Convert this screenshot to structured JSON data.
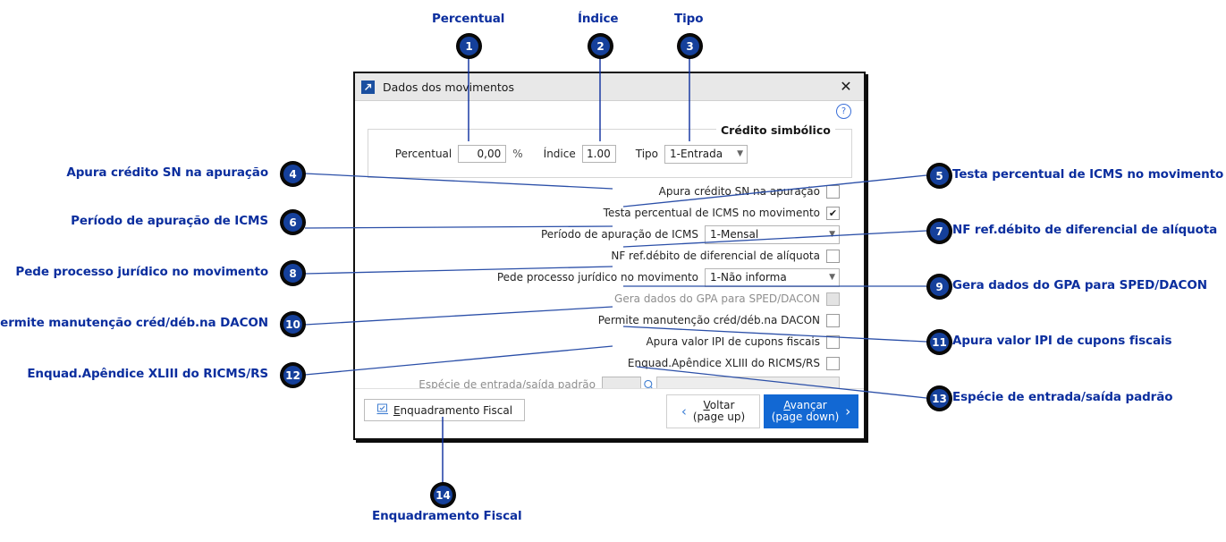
{
  "dialog": {
    "title": "Dados dos movimentos",
    "title_icon": "arrow-diagonal-icon",
    "close_icon": "✕",
    "help_icon": "?",
    "group": {
      "legend": "Crédito simbólico",
      "percentual_label": "Percentual",
      "percentual_value": "0,00",
      "percent_sign": "%",
      "indice_label": "Índice",
      "indice_value": "1.00",
      "tipo_label": "Tipo",
      "tipo_value": "1-Entrada"
    },
    "rows": [
      {
        "label": "Apura crédito SN na apuração",
        "type": "checkbox",
        "checked": false,
        "disabled": false
      },
      {
        "label": "Testa percentual de ICMS no movimento",
        "type": "checkbox",
        "checked": true,
        "disabled": false
      },
      {
        "label": "Período de apuração de ICMS",
        "type": "select",
        "value": "1-Mensal"
      },
      {
        "label": "NF ref.débito de diferencial de alíquota",
        "type": "checkbox",
        "checked": false,
        "disabled": false
      },
      {
        "label": "Pede processo jurídico no movimento",
        "type": "select",
        "value": "1-Não informa"
      },
      {
        "label": "Gera dados do GPA para SPED/DACON",
        "type": "checkbox",
        "checked": false,
        "disabled": true
      },
      {
        "label": "Permite manutenção créd/déb.na DACON",
        "type": "checkbox",
        "checked": false,
        "disabled": false
      },
      {
        "label": "Apura valor IPI de cupons fiscais",
        "type": "checkbox",
        "checked": false,
        "disabled": false
      },
      {
        "label": "Enquad.Apêndice XLIII do RICMS/RS",
        "type": "checkbox",
        "checked": false,
        "disabled": false
      },
      {
        "label": "Espécie de entrada/saída padrão",
        "type": "lookup",
        "code_value": "",
        "desc_value": "",
        "icon": "magnifier-icon",
        "disabled": true
      }
    ],
    "footer": {
      "fiscal_button": {
        "label_u": "E",
        "label_rest": "nquadramento Fiscal",
        "icon": "form-check-icon"
      },
      "back_button": {
        "u": "V",
        "rest": "oltar",
        "sub": "(page up)",
        "arrow": "‹"
      },
      "next_button": {
        "u": "A",
        "rest": "vançar",
        "sub": "(page down)",
        "arrow": "›"
      }
    }
  },
  "annotations": {
    "accent_color": "#0B2E9E",
    "badge_fill": "#15409B",
    "items": [
      {
        "n": "1",
        "label": "Percentual",
        "side": "top"
      },
      {
        "n": "2",
        "label": "Índice",
        "side": "top"
      },
      {
        "n": "3",
        "label": "Tipo",
        "side": "top"
      },
      {
        "n": "4",
        "label": "Apura crédito SN na apuração",
        "side": "left"
      },
      {
        "n": "5",
        "label": "Testa percentual de ICMS no movimento",
        "side": "right"
      },
      {
        "n": "6",
        "label": "Período de apuração de ICMS",
        "side": "left"
      },
      {
        "n": "7",
        "label": "NF ref.débito de diferencial de alíquota",
        "side": "right"
      },
      {
        "n": "8",
        "label": "Pede processo jurídico no movimento",
        "side": "left"
      },
      {
        "n": "9",
        "label": "Gera dados do GPA para SPED/DACON",
        "side": "right"
      },
      {
        "n": "10",
        "label": "Permite manutenção créd/déb.na DACON",
        "side": "left"
      },
      {
        "n": "11",
        "label": "Apura valor IPI de cupons fiscais",
        "side": "right"
      },
      {
        "n": "12",
        "label": "Enquad.Apêndice XLIII do RICMS/RS",
        "side": "left"
      },
      {
        "n": "13",
        "label": "Espécie de entrada/saída padrão",
        "side": "right"
      },
      {
        "n": "14",
        "label": "Enquadramento Fiscal",
        "side": "bottom"
      }
    ]
  }
}
